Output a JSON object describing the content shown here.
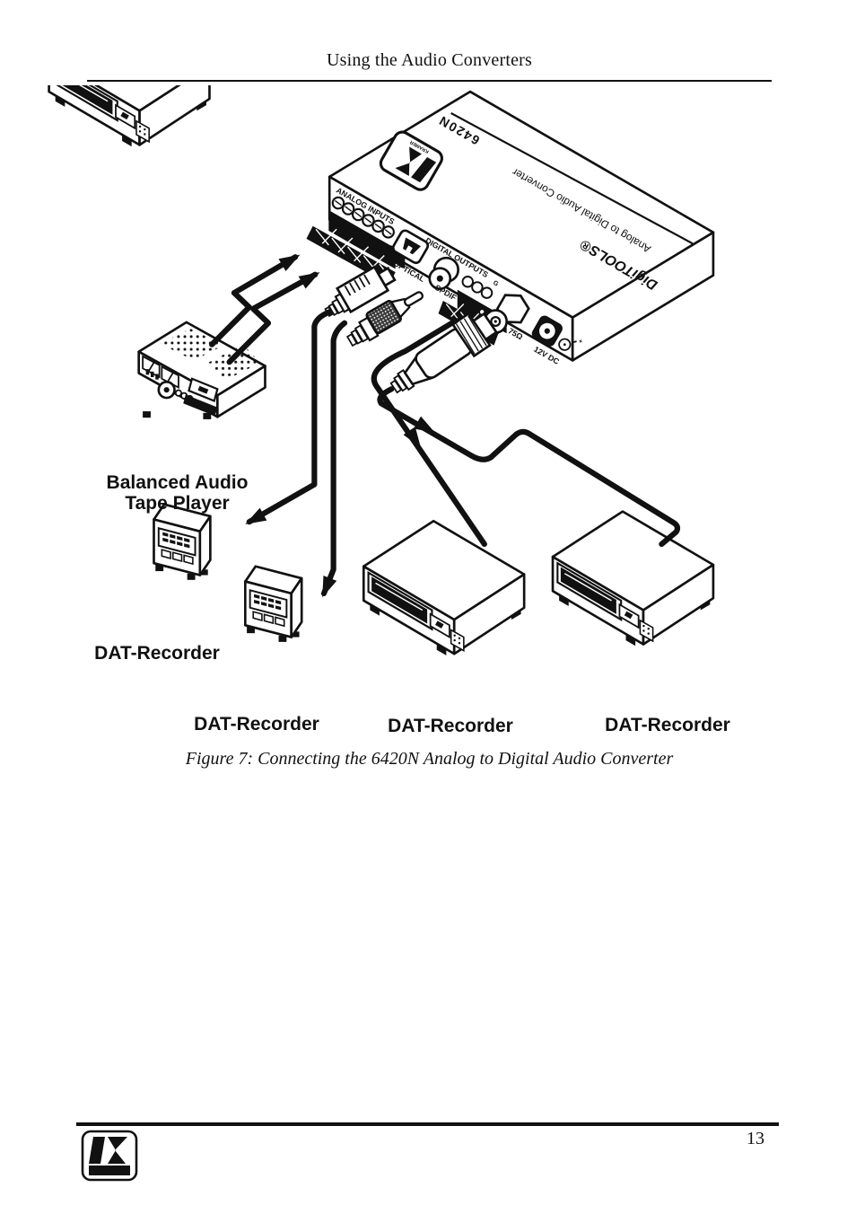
{
  "header": {
    "title": "Using the Audio Converters"
  },
  "converter": {
    "model": "6420N",
    "description": "Analog to Digital Audio Converter",
    "product_line": "DigiTOOLS®",
    "brand": "KRAMER",
    "panel": {
      "analog_inputs_label": "ANALOG INPUTS",
      "analog_terminal_marks": "-  G  +   -  G  +",
      "optical_label": "OPTICAL",
      "digital_outputs_label": "DIGITAL OUTPUTS",
      "spdif_label": "SPDIF",
      "digital_terminal_mark": "G",
      "bnc_label": "75Ω",
      "power_label": "12V DC"
    }
  },
  "devices": {
    "tape_player_label_line1": "Balanced Audio",
    "tape_player_label_line2": "Tape Player",
    "dat_recorder_labels": [
      "DAT-Recorder",
      "DAT-Recorder",
      "DAT-Recorder",
      "DAT-Recorder"
    ]
  },
  "figure": {
    "caption": "Figure 7: Connecting the 6420N Analog to Digital Audio Converter"
  },
  "footer": {
    "page_number": "13",
    "logo_text": "KRAMER"
  },
  "colors": {
    "ink": "#111111",
    "paper": "#ffffff"
  }
}
